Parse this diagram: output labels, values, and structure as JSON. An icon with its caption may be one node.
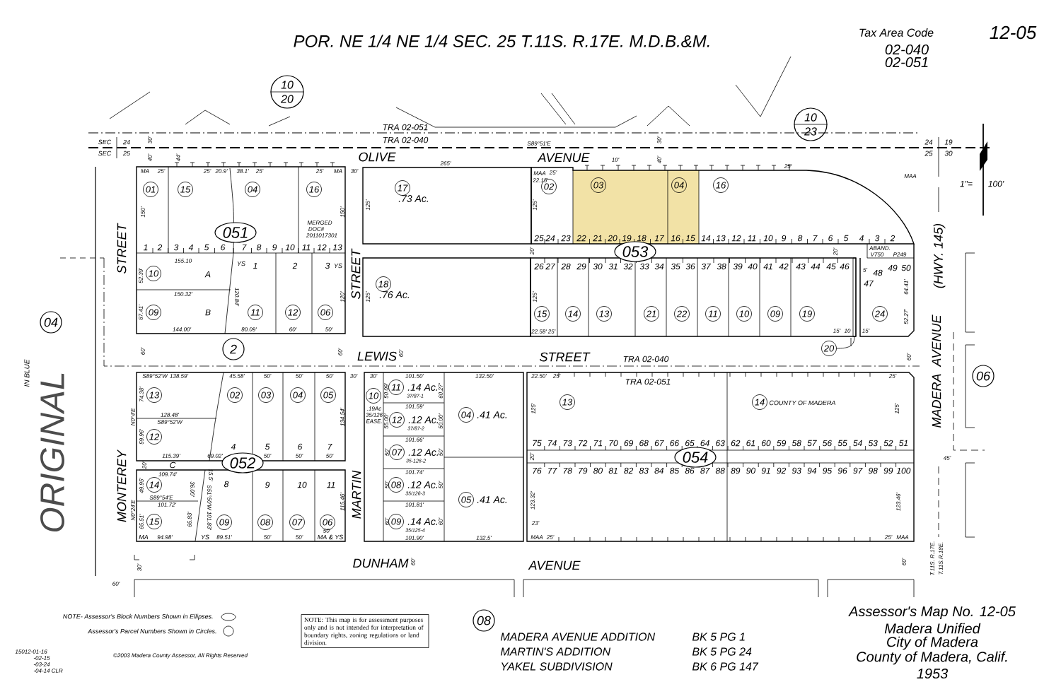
{
  "diagram": {
    "nodes": [
      {
        "text": [
          "10",
          "20"
        ]
      },
      {
        "text": [
          "10",
          "23"
        ]
      },
      {
        "text": [
          "01"
        ]
      },
      {
        "text": [
          "15"
        ]
      },
      {
        "text": [
          "04"
        ]
      },
      {
        "text": [
          "16"
        ]
      },
      {
        "text": [
          "17"
        ],
        "beside": [
          ".73 Ac."
        ]
      },
      {
        "text": [
          "02"
        ]
      },
      {
        "text": [
          "03"
        ]
      },
      {
        "text": [
          "04"
        ]
      },
      {
        "text": [
          "16"
        ]
      },
      {
        "text": [
          "051"
        ]
      },
      {
        "text": [
          "053"
        ]
      },
      {
        "text": [
          "10"
        ]
      },
      {
        "text": [
          "18"
        ],
        "beside": [
          ".76 Ac."
        ]
      },
      {
        "text": [
          "09"
        ]
      },
      {
        "text": [
          "11"
        ]
      },
      {
        "text": [
          "12"
        ]
      },
      {
        "text": [
          "06"
        ]
      },
      {
        "text": [
          "15"
        ]
      },
      {
        "text": [
          "14"
        ]
      },
      {
        "text": [
          "13"
        ]
      },
      {
        "text": [
          "21"
        ]
      },
      {
        "text": [
          "22"
        ]
      },
      {
        "text": [
          "11"
        ]
      },
      {
        "text": [
          "10"
        ]
      },
      {
        "text": [
          "09"
        ]
      },
      {
        "text": [
          "19"
        ]
      },
      {
        "text": [
          "24"
        ]
      },
      {
        "text": [
          "04"
        ]
      },
      {
        "text": [
          "20"
        ]
      },
      {
        "text": [
          "2"
        ]
      },
      {
        "text": [
          "06"
        ]
      },
      {
        "text": [
          "13"
        ]
      },
      {
        "text": [
          "02"
        ]
      },
      {
        "text": [
          "03"
        ]
      },
      {
        "text": [
          "04"
        ]
      },
      {
        "text": [
          "05"
        ]
      },
      {
        "text": [
          "10"
        ],
        "beside": [
          ".19Ac",
          "35/126",
          "EASE."
        ]
      },
      {
        "text": [
          "11"
        ],
        "beside": [
          ".14 Ac.",
          "37/87-1"
        ]
      },
      {
        "text": [
          "13"
        ]
      },
      {
        "text": [
          "14"
        ],
        "beside": [
          "COUNTY OF MADERA"
        ]
      },
      {
        "text": [
          "04"
        ],
        "beside": [
          ".41 Ac."
        ]
      },
      {
        "text": [
          "12"
        ],
        "beside": [
          ".12 Ac.",
          "37/87-2"
        ]
      },
      {
        "text": [
          "12"
        ]
      },
      {
        "text": [
          "07"
        ],
        "beside": [
          ".12 Ac.",
          "35-126-2"
        ]
      },
      {
        "text": [
          "054"
        ]
      },
      {
        "text": [
          "052"
        ]
      },
      {
        "text": [
          "14"
        ]
      },
      {
        "text": [
          "08"
        ],
        "beside": [
          ".12 Ac.",
          "35/126-3"
        ]
      },
      {
        "text": [
          "05"
        ],
        "beside": [
          ".41 Ac."
        ]
      },
      {
        "text": [
          "15"
        ]
      },
      {
        "text": [
          "09"
        ]
      },
      {
        "text": [
          "08"
        ]
      },
      {
        "text": [
          "07"
        ]
      },
      {
        "text": [
          "06"
        ]
      },
      {
        "text": [
          "09"
        ],
        "beside": [
          ".14 Ac.",
          "35/125-4"
        ]
      },
      {
        "text": [
          "NOTE: This map is for assessment purposes only and is not intended for interpretation of boundary rights, zoning regulations or land division."
        ]
      },
      {
        "text": [
          "08"
        ]
      },
      {
        "text": [],
        "shape": "bar"
      }
    ],
    "edges": [
      {
        "from": 30,
        "to": 59,
        "arrow": "none"
      }
    ],
    "labels": [
      "POR. NE 1/4 NE 1/4 SEC. 25 T.11S. R.17E. M.D.B.&M.",
      "Tax Area Code",
      "02-040",
      "02-051",
      "12-05",
      "TRA 02-051",
      "SEC",
      "24",
      "30'",
      "TRA 02-040",
      "S89°51'E",
      "30'",
      "24",
      "19",
      "SEC",
      "25",
      "25",
      "30",
      "1\"=",
      "100'",
      "40'",
      "44'",
      "OLIVE",
      "AVENUE",
      "265'",
      "10'",
      "40'",
      "25'",
      "MA",
      "25'",
      "25'",
      "20.9'",
      "38.1'",
      "25'",
      "25'",
      "MA",
      "30'",
      "MAA",
      "25'",
      "22.15'",
      "MAA",
      "150'",
      "150'",
      "MERGED",
      "DOC#",
      "2011017301",
      "125'",
      "125'",
      "STREET",
      "STREET",
      "1",
      "2",
      "3",
      "4",
      "5",
      "6",
      "7",
      "8",
      "9",
      "10",
      "11",
      "12",
      "13",
      "155.10",
      "YS",
      "1",
      "2",
      "3",
      "YS",
      "A",
      "52.39'",
      "150.32'",
      "120.84'",
      "120'",
      "B",
      "87.41'",
      "144.00'",
      "80.09'",
      "60'",
      "50'",
      "25",
      "24",
      "23",
      "22",
      "21",
      "20",
      "19",
      "18",
      "17",
      "16",
      "15",
      "14",
      "13",
      "12",
      "11",
      "10",
      "9",
      "8",
      "7",
      "6",
      "5",
      "4",
      "3",
      "2",
      "20'",
      "20'",
      "ABAND.",
      "V750",
      "P249",
      "26",
      "27",
      "28",
      "29",
      "30",
      "31",
      "32",
      "33",
      "34",
      "35",
      "36",
      "37",
      "38",
      "39",
      "40",
      "41",
      "42",
      "43",
      "44",
      "45",
      "46",
      "5'",
      "48",
      "49",
      "50",
      "47",
      "125'",
      "125'",
      "64.41'",
      "52.27'",
      "22.58'",
      "25'",
      "15'",
      "10",
      "15'",
      "60'",
      "60'",
      "LEWIS",
      "60'",
      "STREET",
      "TRA 02-040",
      "TRA 02-051",
      "60'",
      "MADERA",
      "AVENUE",
      "(HWY. 145)",
      "S89°52'W",
      "138.59'",
      "45.58'",
      "50'",
      "50'",
      "50'",
      "30'",
      "74.38'",
      "N0°4'E",
      "128.48'",
      "S89°52'W",
      "134.54'",
      "59.96'",
      "4",
      "5",
      "6",
      "7",
      "115.39'",
      "69.02'",
      "50'",
      "50'",
      "50'",
      "20'",
      "C",
      "MONTEREY",
      "109.74'",
      "15.5'",
      "36.00'",
      "S51°50'W 101.83'",
      "8",
      "9",
      "10",
      "11",
      "49.95'",
      "S89°54'E",
      "101.72'",
      "N0°24'E",
      "65.51'",
      "65.83'",
      "115.46'",
      "50'",
      "MA",
      "94.98'",
      "YS",
      "89.51'",
      "50'",
      "50'",
      "MA & YS",
      "30'",
      "101.50'",
      "132.50'",
      "50.09'",
      "60.27'",
      "101.59'",
      "55.00'",
      "50.00'",
      "101.66'",
      "50'",
      "50'",
      "101.74'",
      "50'",
      "50'",
      "101.81'",
      "60'",
      "60'",
      "101.90'",
      "132.5'",
      "MARTIN",
      "22.50'",
      "25'",
      "25'",
      "125'",
      "125'",
      "75",
      "74",
      "73",
      "72",
      "71",
      "70",
      "69",
      "68",
      "67",
      "66",
      "65",
      "64",
      "63",
      "62",
      "61",
      "60",
      "59",
      "58",
      "57",
      "56",
      "55",
      "54",
      "53",
      "52",
      "51",
      "76",
      "77",
      "78",
      "79",
      "80",
      "81",
      "82",
      "83",
      "84",
      "85",
      "86",
      "87",
      "88",
      "89",
      "90",
      "91",
      "92",
      "93",
      "94",
      "95",
      "96",
      "97",
      "98",
      "99",
      "100",
      "20'",
      "45'",
      "123.32'",
      "123.46'",
      "23'",
      "MAA",
      "25'",
      "25'",
      "MAA",
      "DUNHAM",
      "60'",
      "AVENUE",
      "60'",
      "30'",
      "60'",
      "T.11S. R.17E.",
      "T.11S.R.18E.",
      "IN BLUE",
      "ORIGINAL",
      "©2003 Madera County Assessor, All Rights Reserved",
      "15012-01-16",
      "-02-15",
      "-03-24",
      "-04-14 CLR",
      "MADERA AVENUE ADDITION",
      "MARTIN'S ADDITION",
      "YAKEL SUBDIVISION",
      "BK 5 PG 1",
      "BK 5 PG 24",
      "BK 6 PG 147",
      "Assessor's Map No. 12-05",
      "Madera Unified",
      "City of Madera",
      "County of Madera, Calif.",
      "1953"
    ],
    "legend": [
      {
        "text": "NOTE- Assessor's Block Numbers Shown in Ellipses."
      },
      {
        "text": "Assessor's Parcel Numbers Shown in Circles."
      }
    ]
  }
}
